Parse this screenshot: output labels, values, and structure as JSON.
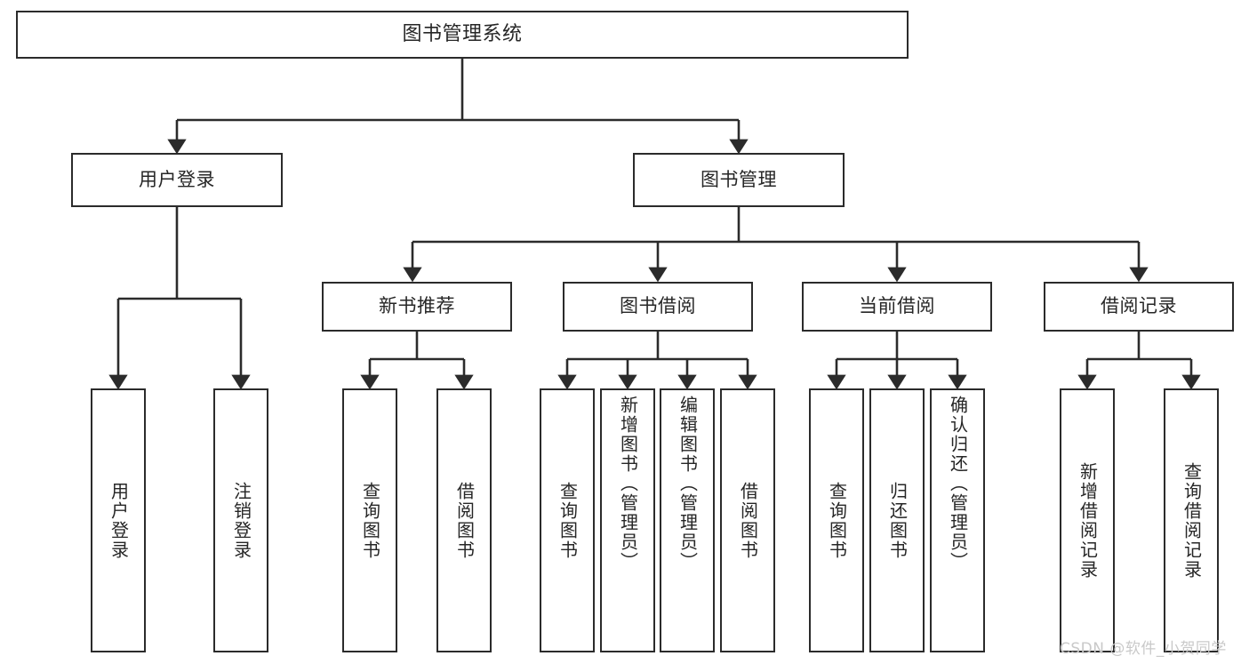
{
  "diagram": {
    "title": "图书管理系统",
    "type": "tree",
    "background": "#ffffff",
    "stroke_color": "#2b2b2b",
    "text_color": "#262626",
    "root": {
      "id": "root",
      "label": "图书管理系统",
      "orientation": "horizontal"
    },
    "level2": [
      {
        "id": "user-login",
        "label": "用户登录",
        "orientation": "horizontal"
      },
      {
        "id": "book-manage",
        "label": "图书管理",
        "orientation": "horizontal"
      }
    ],
    "level3": [
      {
        "id": "new-book-recommend",
        "label": "新书推荐",
        "orientation": "horizontal",
        "parent": "book-manage"
      },
      {
        "id": "book-borrow",
        "label": "图书借阅",
        "orientation": "horizontal",
        "parent": "book-manage"
      },
      {
        "id": "current-borrow",
        "label": "当前借阅",
        "orientation": "horizontal",
        "parent": "book-manage"
      },
      {
        "id": "borrow-record",
        "label": "借阅记录",
        "orientation": "horizontal",
        "parent": "book-manage"
      }
    ],
    "leaves": [
      {
        "id": "leaf-user-login",
        "label": "用户登录",
        "orientation": "vertical",
        "parent": "user-login"
      },
      {
        "id": "leaf-user-logout",
        "label": "注销登录",
        "orientation": "vertical",
        "parent": "user-login"
      },
      {
        "id": "leaf-query-book-rec",
        "label": "查询图书",
        "orientation": "vertical",
        "parent": "new-book-recommend"
      },
      {
        "id": "leaf-borrow-book-rec",
        "label": "借阅图书",
        "orientation": "vertical",
        "parent": "new-book-recommend"
      },
      {
        "id": "leaf-query-book-borrow",
        "label": "查询图书",
        "orientation": "vertical",
        "parent": "book-borrow"
      },
      {
        "id": "leaf-add-book",
        "label": "新增图书（管理员）",
        "orientation": "vertical",
        "parent": "book-borrow"
      },
      {
        "id": "leaf-edit-book",
        "label": "编辑图书（管理员）",
        "orientation": "vertical",
        "parent": "book-borrow"
      },
      {
        "id": "leaf-borrow-book",
        "label": "借阅图书",
        "orientation": "vertical",
        "parent": "book-borrow"
      },
      {
        "id": "leaf-query-book-cur",
        "label": "查询图书",
        "orientation": "vertical",
        "parent": "current-borrow"
      },
      {
        "id": "leaf-return-book",
        "label": "归还图书",
        "orientation": "vertical",
        "parent": "current-borrow"
      },
      {
        "id": "leaf-confirm-return",
        "label": "确认归还（管理员）",
        "orientation": "vertical",
        "parent": "current-borrow"
      },
      {
        "id": "leaf-add-record",
        "label": "新增借阅记录",
        "orientation": "vertical",
        "parent": "borrow-record"
      },
      {
        "id": "leaf-query-record",
        "label": "查询借阅记录",
        "orientation": "vertical",
        "parent": "borrow-record"
      }
    ]
  },
  "watermark": {
    "text": "CSDN @软件_小贺同学",
    "color": "#c9c9c9"
  }
}
